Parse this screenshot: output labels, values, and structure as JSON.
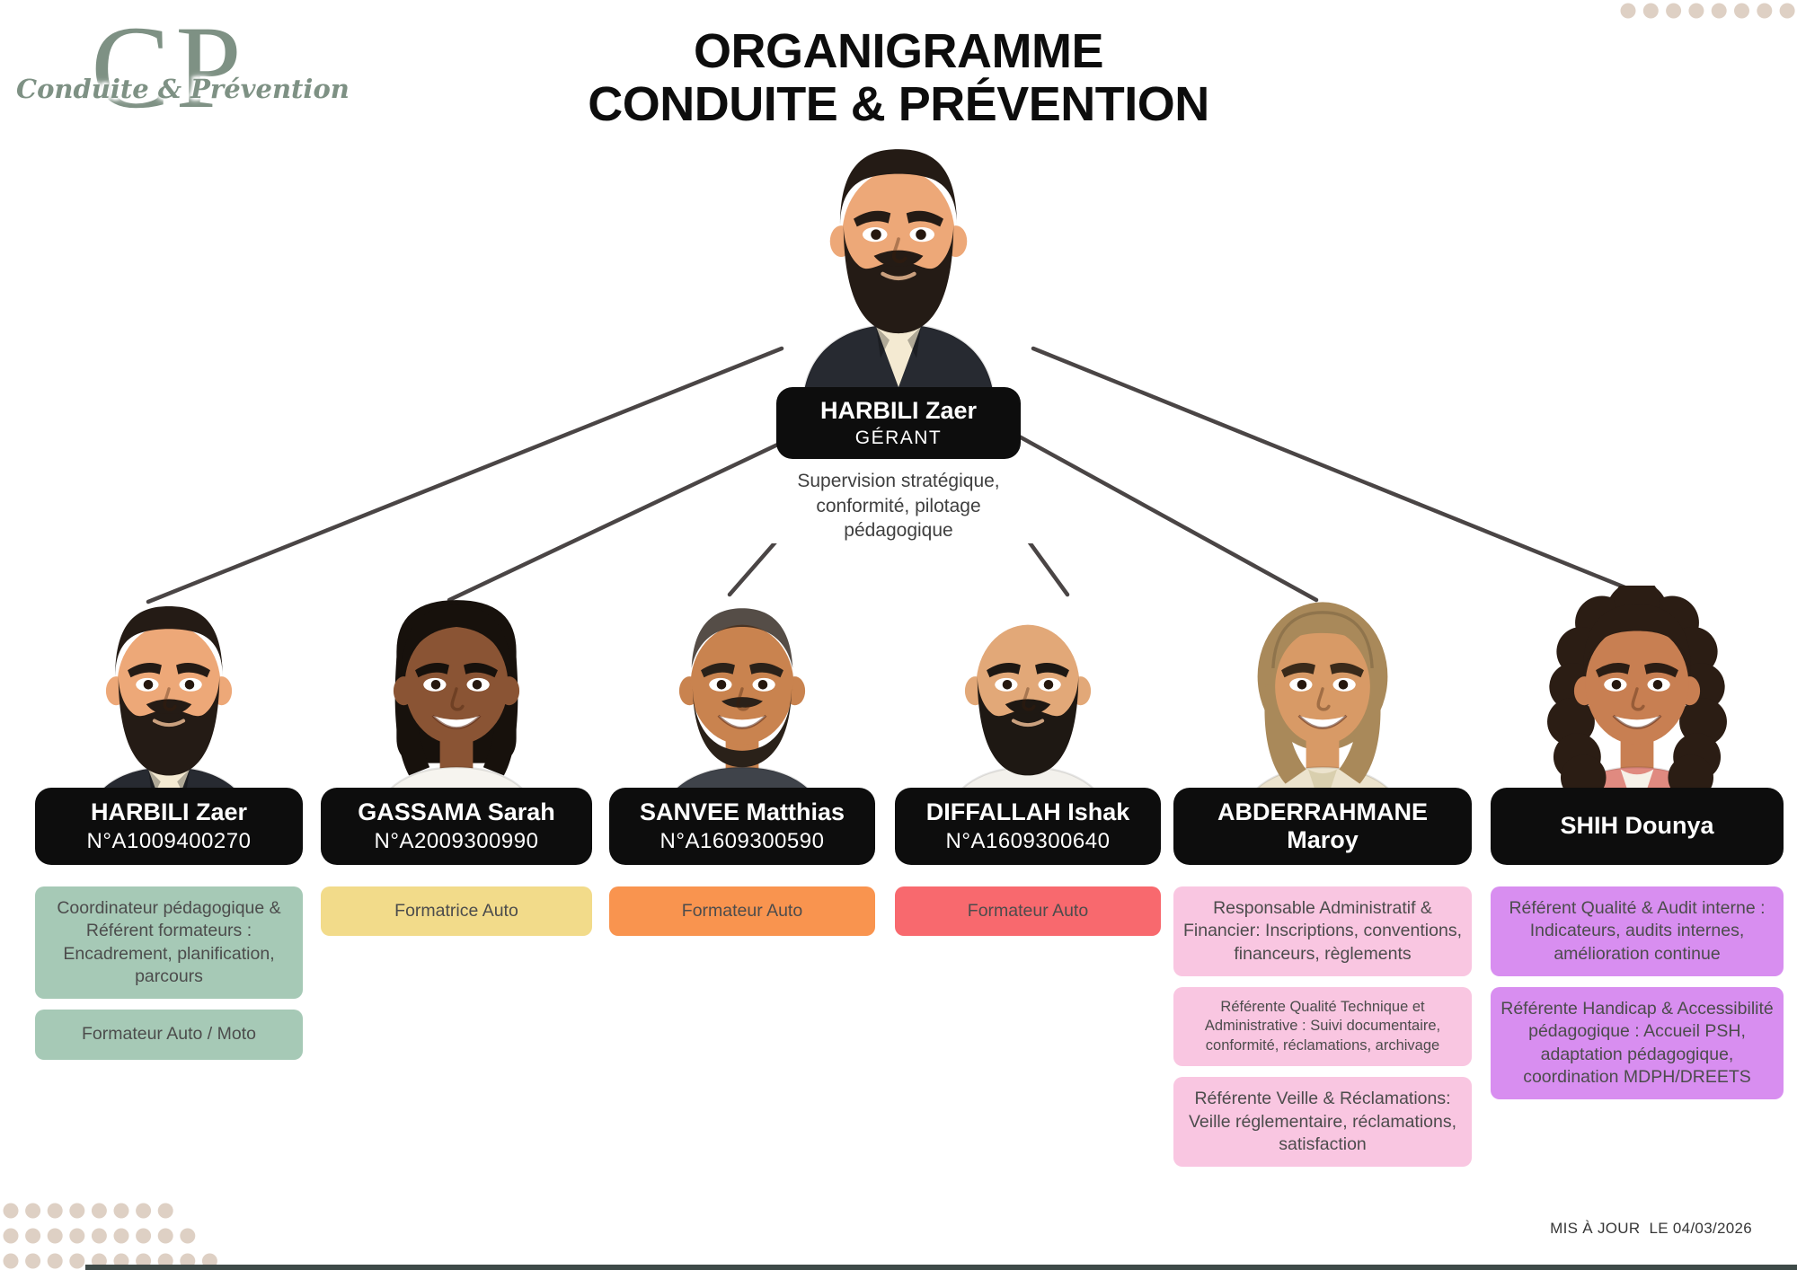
{
  "header": {
    "title_line1": "ORGANIGRAMME",
    "title_line2": "CONDUITE & PRÉVENTION",
    "logo": {
      "monogram": "CP",
      "script_text": "Conduite & Prévention",
      "color": "#7e9184"
    }
  },
  "root_person": {
    "name": "HARBILI Zaer",
    "role": "GÉRANT",
    "description": "Supervision stratégique, conformité, pilotage pédagogique",
    "avatar": {
      "label": "portrait-harbili-zaer",
      "skin": "#edA878",
      "hair": "#241b15",
      "hair_style": "short",
      "beard": "full",
      "top": "suit",
      "top_color": "#272a31",
      "shirt_color": "#f4ead2",
      "mouth": "neutral"
    }
  },
  "people": [
    {
      "name": "HARBILI Zaer",
      "number": "N°A1009400270",
      "avatar": {
        "label": "portrait-harbili-zaer",
        "skin": "#edA878",
        "hair": "#241b15",
        "hair_style": "short",
        "beard": "full",
        "top": "suit",
        "top_color": "#272a31",
        "shirt_color": "#f4ead2",
        "mouth": "neutral"
      },
      "roles": [
        {
          "text": "Coordinateur pédagogique & Référent formateurs : Encadrement, planification, parcours",
          "color": "#a6c9b6"
        },
        {
          "text": "Formateur Auto / Moto",
          "color": "#a6c9b6",
          "single": true
        }
      ]
    },
    {
      "name": "GASSAMA Sarah",
      "number": "N°A2009300990",
      "avatar": {
        "label": "portrait-gassama-sarah",
        "skin": "#8a5434",
        "hair": "#17110c",
        "hair_style": "bob",
        "beard": "none",
        "top": "blouse",
        "top_color": "#f6f4ef",
        "mouth": "smile"
      },
      "roles": [
        {
          "text": "Formatrice Auto",
          "color": "#f2db8a",
          "single": true
        }
      ]
    },
    {
      "name": "SANVEE Matthias",
      "number": "N°A1609300590",
      "avatar": {
        "label": "portrait-sanvee-matthias",
        "skin": "#c9834f",
        "hair": "#2a2119",
        "hair_style": "shaved",
        "beard": "short",
        "top": "shirt",
        "top_color": "#3f434a",
        "mouth": "smile"
      },
      "roles": [
        {
          "text": "Formateur Auto",
          "color": "#f9944f",
          "single": true
        }
      ]
    },
    {
      "name": "DIFFALLAH Ishak",
      "number": "N°A1609300640",
      "avatar": {
        "label": "portrait-diffallah-ishak",
        "skin": "#e2a878",
        "hair": "#1e1813",
        "hair_style": "bald",
        "beard": "full",
        "top": "tee",
        "top_color": "#f3f1ec",
        "mouth": "neutral"
      },
      "roles": [
        {
          "text": "Formateur Auto",
          "color": "#f8696e",
          "single": true
        }
      ]
    },
    {
      "name": "ABDERRAHMANE",
      "name_line2": "Maroy",
      "avatar": {
        "label": "portrait-abderrahmane-maroy",
        "skin": "#d89a66",
        "hair": "#3a2a1a",
        "hair_style": "hijab",
        "scarf": "#a9895a",
        "beard": "none",
        "top": "cardigan",
        "top_color": "#ece3cd",
        "mouth": "smile"
      },
      "roles": [
        {
          "text": "Responsable Administratif & Financier: Inscriptions, conventions, financeurs, règlements",
          "color": "#f9c6e1"
        },
        {
          "text": "Référente Qualité Technique et Administrative : Suivi documentaire, conformité, réclamations, archivage",
          "color": "#f9c6e1",
          "small": true
        },
        {
          "text": "Référente Veille & Réclamations: Veille réglementaire, réclamations, satisfaction",
          "color": "#f9c6e1"
        }
      ]
    },
    {
      "name": "SHIH Dounya",
      "avatar": {
        "label": "portrait-shih-dounya",
        "skin": "#c87f52",
        "hair": "#2b1d14",
        "hair_style": "curly",
        "beard": "none",
        "top": "blazer",
        "top_color": "#e08a80",
        "mouth": "smile"
      },
      "roles": [
        {
          "text": "Référent Qualité & Audit interne : Indicateurs, audits internes, amélioration continue",
          "color": "#d88ef0"
        },
        {
          "text": "Référente Handicap & Accessibilité pédagogique : Accueil PSH, adaptation pédagogique, coordination MDPH/DREETS",
          "color": "#d88ef0"
        }
      ]
    }
  ],
  "footer": {
    "updated_text": "MIS À JOUR  LE 04/03/2026"
  },
  "style": {
    "connector_color": "#4a4545",
    "badge_bg": "#0d0d0d",
    "dot_color": "#ded0c4",
    "bottom_bar_color": "#3e4a48"
  }
}
